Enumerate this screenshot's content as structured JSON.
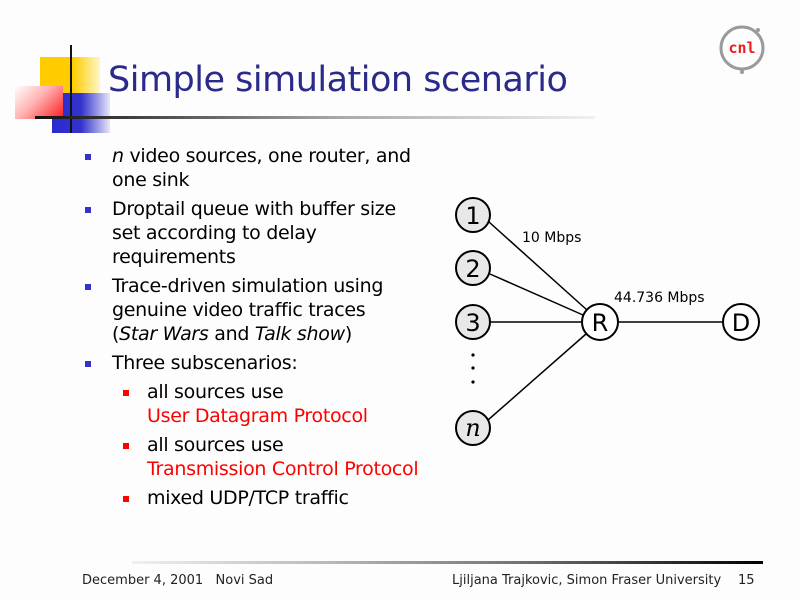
{
  "slide": {
    "title": "Simple simulation scenario",
    "logo_text": "cnl",
    "colors": {
      "title": "#2a2a8a",
      "bullet_level1": "#3333cc",
      "bullet_level2": "#ff0000",
      "highlight": "#ff0000",
      "node_fill_source": "#e8e8e8",
      "node_fill_router": "#ffffff"
    },
    "bullets": [
      {
        "italic_prefix": "n",
        "text_line1": " video sources, one router, and",
        "text_line2": "one sink"
      },
      {
        "line1": "Droptail queue with buffer size",
        "line2": "set according to delay",
        "line3": "requirements"
      },
      {
        "line1": "Trace-driven simulation using",
        "line2": "genuine video traffic traces",
        "paren_open": "(",
        "italic1": "Star Wars",
        "and": " and ",
        "italic2": "Talk show",
        "paren_close": ")"
      },
      {
        "line1": "Three subscenarios:",
        "sub": [
          {
            "line1": "all sources use",
            "highlight": "User Datagram Protocol"
          },
          {
            "line1": "all sources use",
            "highlight": "Transmission Control Protocol"
          },
          {
            "line1": "mixed UDP/TCP traffic"
          }
        ]
      }
    ]
  },
  "diagram": {
    "sources": [
      {
        "label": "1"
      },
      {
        "label": "2"
      },
      {
        "label": "3"
      },
      {
        "label": "n"
      }
    ],
    "ellipsis": "⋮",
    "router": {
      "label": "R"
    },
    "destination": {
      "label": "D"
    },
    "access_link_label": "10 Mbps",
    "bottleneck_link_label": "44.736 Mbps"
  },
  "footer": {
    "date_place": "December 4, 2001   Novi Sad",
    "author": "Ljiljana Trajkovic, Simon Fraser University",
    "page_number": "15"
  }
}
